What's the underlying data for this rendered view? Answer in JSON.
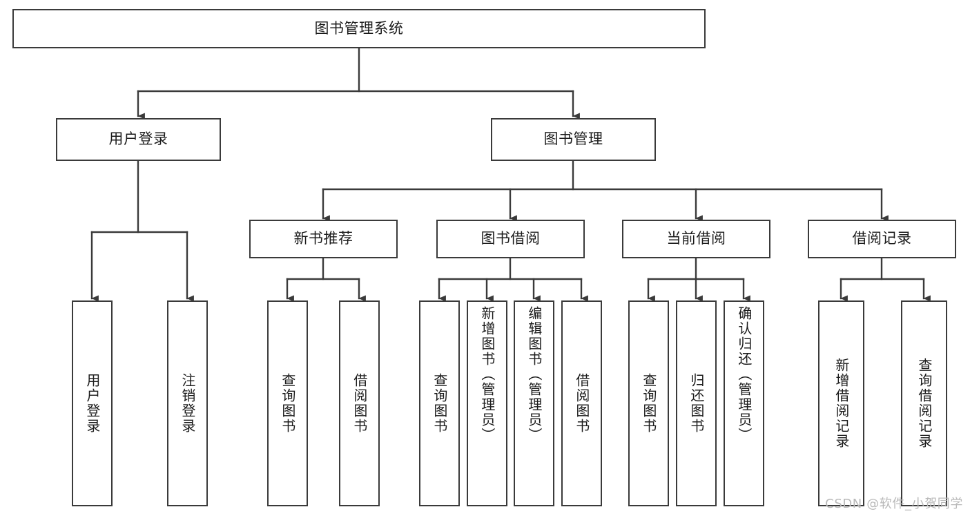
{
  "diagram": {
    "title": "图书管理系统",
    "type": "tree",
    "colors": {
      "border": "#3a3a3a",
      "fill": "#ffffff",
      "text": "#1c1c1c",
      "edge": "#3a3a3a",
      "watermark": "#b9b9b9"
    },
    "root": {
      "id": "root",
      "label": "图书管理系统"
    },
    "level2": [
      {
        "id": "user-login",
        "label": "用户登录"
      },
      {
        "id": "book-management",
        "label": "图书管理"
      }
    ],
    "level3": [
      {
        "id": "new-book-recommend",
        "label": "新书推荐",
        "parent": "book-management"
      },
      {
        "id": "book-borrow",
        "label": "图书借阅",
        "parent": "book-management"
      },
      {
        "id": "current-borrow",
        "label": "当前借阅",
        "parent": "book-management"
      },
      {
        "id": "borrow-record",
        "label": "借阅记录",
        "parent": "book-management"
      }
    ],
    "leaves": [
      {
        "id": "leaf-user-login",
        "label": "用户登录",
        "parent": "user-login"
      },
      {
        "id": "leaf-logout-login",
        "label": "注销登录",
        "parent": "user-login"
      },
      {
        "id": "leaf-query-book-1",
        "label": "查询图书",
        "parent": "new-book-recommend"
      },
      {
        "id": "leaf-borrow-book-1",
        "label": "借阅图书",
        "parent": "new-book-recommend"
      },
      {
        "id": "leaf-query-book-2",
        "label": "查询图书",
        "parent": "book-borrow"
      },
      {
        "id": "leaf-add-book",
        "label": "新增图书（管理员）",
        "parent": "book-borrow"
      },
      {
        "id": "leaf-edit-book",
        "label": "编辑图书（管理员）",
        "parent": "book-borrow"
      },
      {
        "id": "leaf-borrow-book-2",
        "label": "借阅图书",
        "parent": "book-borrow"
      },
      {
        "id": "leaf-query-book-3",
        "label": "查询图书",
        "parent": "current-borrow"
      },
      {
        "id": "leaf-return-book",
        "label": "归还图书",
        "parent": "current-borrow"
      },
      {
        "id": "leaf-confirm-return",
        "label": "确认归还（管理员）",
        "parent": "current-borrow"
      },
      {
        "id": "leaf-add-record",
        "label": "新增借阅记录",
        "parent": "borrow-record"
      },
      {
        "id": "leaf-query-record",
        "label": "查询借阅记录",
        "parent": "borrow-record"
      }
    ],
    "watermark": "CSDN @软件_小贺同学"
  }
}
